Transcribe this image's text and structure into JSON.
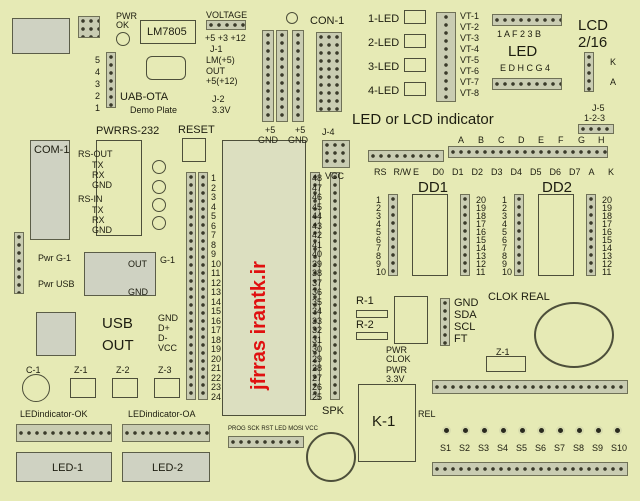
{
  "board": {
    "pwr_ok": "PWR\nOK",
    "regulator": "LM7805",
    "voltage_label": "VOLTAGE",
    "voltage_options": "+5 +3 +12",
    "j1": "J-1",
    "lm5": "LM(+5)",
    "out": "OUT",
    "out12": "+5(+12)",
    "j2": "J-2",
    "v33": "3.3V",
    "uab": "UAB-OTA",
    "demo": "Demo Plate",
    "pwr": "PWR",
    "rs232": "RS-232",
    "reset": "RESET",
    "com1": "COM-1",
    "rs_out": "RS-OUT",
    "rs_in": "RS-IN",
    "tx": "TX",
    "rx": "RX",
    "gnd": "GND",
    "pwr_g1": "Pwr G-1",
    "pwr_usb": "Pwr USB",
    "out_label": "OUT",
    "gnd_label": "GND",
    "g1": "G-1",
    "usb": "USB",
    "usb_out": "OUT",
    "usb_pins": [
      "GND",
      "D+",
      "D-",
      "VCC"
    ],
    "c1": "C-1",
    "z1": "Z-1",
    "z2": "Z-2",
    "z3": "Z-3",
    "led_ok": "LEDindicator-OK",
    "led_oa": "LEDindicator-OA",
    "led1": "LED-1",
    "led2": "LED-2",
    "con1": "CON-1",
    "plus5": "+5",
    "gnd2": "GND",
    "j4": "J-4",
    "vcc": "VCC",
    "led_rows": [
      "1-LED",
      "2-LED",
      "3-LED",
      "4-LED"
    ],
    "vt_labels": [
      "VT-1",
      "VT-2",
      "VT-3",
      "VT-4",
      "VT-5",
      "VT-6",
      "VT-7",
      "VT-8"
    ],
    "led_title": "LED",
    "led_pins_top": "1 A F 2 3 B",
    "led_pins_bottom": "E D H C G 4",
    "lcd_title": "LCD\n2/16",
    "k": "K",
    "a": "A",
    "j5": "J-5",
    "j5_pins": "1-2-3",
    "indicator_title": "LED or LCD indicator",
    "seg_letters": [
      "A",
      "B",
      "C",
      "D",
      "E",
      "F",
      "G",
      "H"
    ],
    "lcd_pins": [
      "RS",
      "R/W",
      "E",
      "D0",
      "D1",
      "D2",
      "D3",
      "D4",
      "D5",
      "D6",
      "D7",
      "A",
      "K"
    ],
    "dd1": "DD1",
    "dd2": "DD2",
    "clock": "CLOK REAL",
    "rtc_pins": [
      "GND",
      "SDA",
      "SCL",
      "FT"
    ],
    "r1": "R-1",
    "r2": "R-2",
    "pwr_clock": "PWR\nCLOK",
    "pwr_v33": "PWR\n3.3V",
    "z1b": "Z-1",
    "k1": "K-1",
    "spk": "SPK",
    "rel": "REL",
    "switches": [
      "S1",
      "S2",
      "S3",
      "S4",
      "S5",
      "S6",
      "S7",
      "S8",
      "S9",
      "S10"
    ],
    "watermark": "jfrras irantk.ir",
    "prog_label": "PROG SCK RST LED MOSI VCC",
    "left_numbers": [
      "5",
      "4",
      "3",
      "2",
      "1"
    ],
    "header_right_nums": [
      "20",
      "19",
      "18",
      "17",
      "16",
      "15",
      "14",
      "13",
      "12",
      "11"
    ],
    "header_left_nums": [
      "1",
      "2",
      "3",
      "4",
      "5",
      "6",
      "7",
      "8",
      "9",
      "10"
    ],
    "mcu_left_nums": [
      "1",
      "2",
      "3",
      "4",
      "5",
      "6",
      "7",
      "8",
      "9",
      "10",
      "11",
      "12",
      "13",
      "14",
      "15",
      "16",
      "17",
      "18",
      "19",
      "20",
      "21",
      "22",
      "23",
      "24"
    ],
    "mcu_right_nums": [
      "48",
      "47",
      "46",
      "45",
      "44",
      "43",
      "42",
      "41",
      "40",
      "39",
      "38",
      "37",
      "36",
      "35",
      "34",
      "33",
      "32",
      "31",
      "30",
      "29",
      "28",
      "27",
      "26",
      "25"
    ]
  }
}
